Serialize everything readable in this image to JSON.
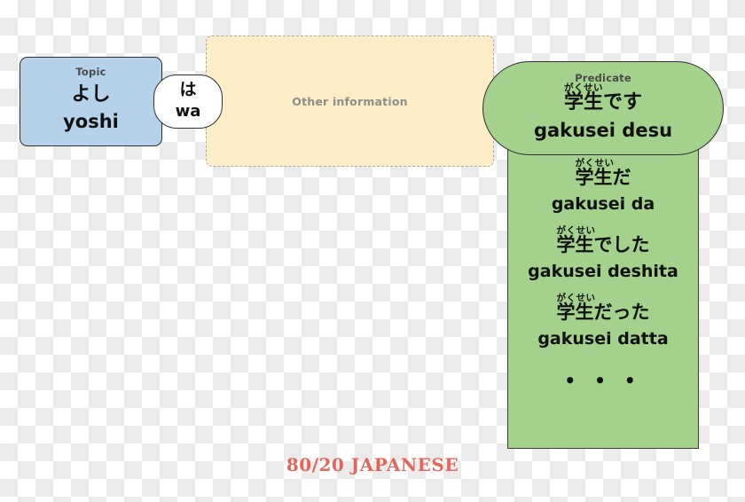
{
  "colors": {
    "topic_fill": "#b6d1ea",
    "predicate_fill": "#a4d18b",
    "other_fill": "#fdeec8",
    "particle_fill": "#ffffff",
    "outline": "#2f2f2f",
    "dashed_border": "#a9a9a9",
    "muted_label": "#8d8d8d",
    "watermark": "#e2675a"
  },
  "topic": {
    "label": "Topic",
    "japanese": "よし",
    "romaji": "yoshi"
  },
  "particle": {
    "japanese": "は",
    "romaji": "wa"
  },
  "other_information": {
    "label": "Other information"
  },
  "predicate": {
    "label": "Predicate",
    "main": {
      "furigana": "がくせい",
      "japanese": "学生です",
      "romaji": "gakusei desu"
    },
    "variants": [
      {
        "furigana": "がくせい",
        "japanese": "学生だ",
        "romaji": "gakusei da"
      },
      {
        "furigana": "がくせい",
        "japanese": "学生でした",
        "romaji": "gakusei deshita"
      },
      {
        "furigana": "がくせい",
        "japanese": "学生だった",
        "romaji": "gakusei datta"
      }
    ],
    "ellipsis": "• • •"
  },
  "watermark": {
    "text": "80/20 JAPANESE"
  }
}
